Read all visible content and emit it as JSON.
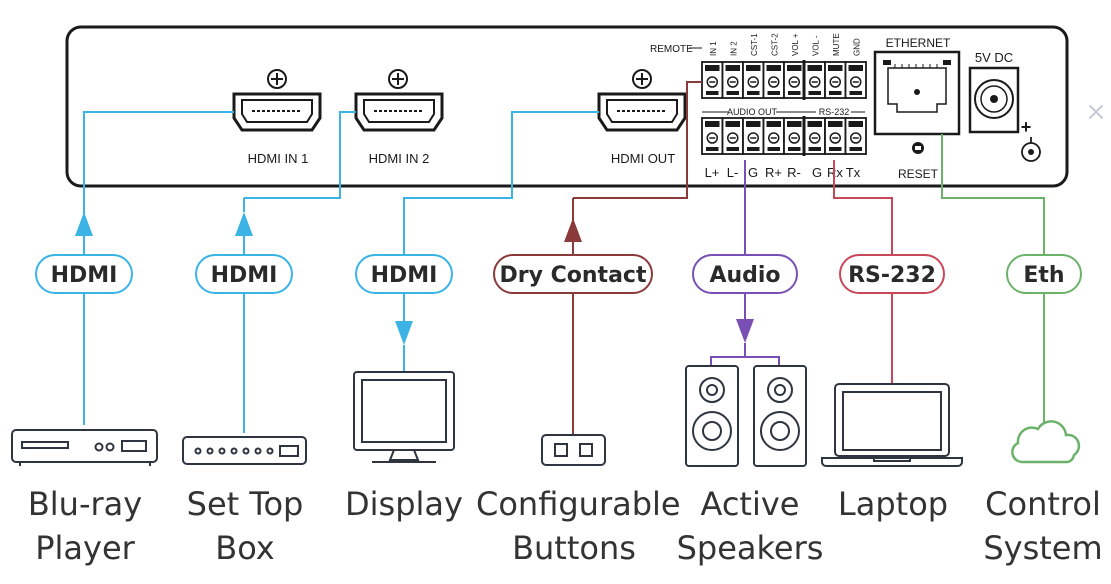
{
  "panel": {
    "ports": {
      "hdmi_in_1": "HDMI  IN 1",
      "hdmi_in_2": "HDMI  IN 2",
      "hdmi_out": "HDMI  OUT"
    },
    "remote_label": "REMOTE",
    "remote_pins": [
      "IN 1",
      "IN 2",
      "CST-1",
      "CST-2",
      "VOL +",
      "VOL -",
      "MUTE",
      "GND"
    ],
    "audio_out_label": "AUDIO OUT",
    "rs232_label": "RS-232",
    "audio_pins": [
      "L+",
      "L-",
      "G",
      "R+",
      "R-"
    ],
    "rs232_pins": [
      "G",
      "Rx",
      "Tx"
    ],
    "ethernet_label": "ETHERNET",
    "reset_label": "RESET",
    "power_label": "5V DC",
    "power_plus": "+"
  },
  "connections": [
    {
      "id": "bluray",
      "label": "HDMI",
      "color": "#3bb4e5"
    },
    {
      "id": "settop",
      "label": "HDMI",
      "color": "#3bb4e5"
    },
    {
      "id": "display",
      "label": "HDMI",
      "color": "#3bb4e5"
    },
    {
      "id": "buttons",
      "label": "Dry Contact",
      "color": "#8b3a3a"
    },
    {
      "id": "speakers",
      "label": "Audio",
      "color": "#7a4fb5"
    },
    {
      "id": "laptop",
      "label": "RS-232",
      "color": "#c8485a"
    },
    {
      "id": "control",
      "label": "Eth",
      "color": "#6bb36b"
    }
  ],
  "devices": {
    "bluray": [
      "Blu-ray",
      "Player"
    ],
    "settop": [
      "Set Top",
      "Box"
    ],
    "display": [
      "Display"
    ],
    "buttons": [
      "Configurable",
      "Buttons"
    ],
    "speakers": [
      "Active",
      "Speakers"
    ],
    "laptop": [
      "Laptop"
    ],
    "control": [
      "Control",
      "System"
    ]
  },
  "close_glyph": "×"
}
